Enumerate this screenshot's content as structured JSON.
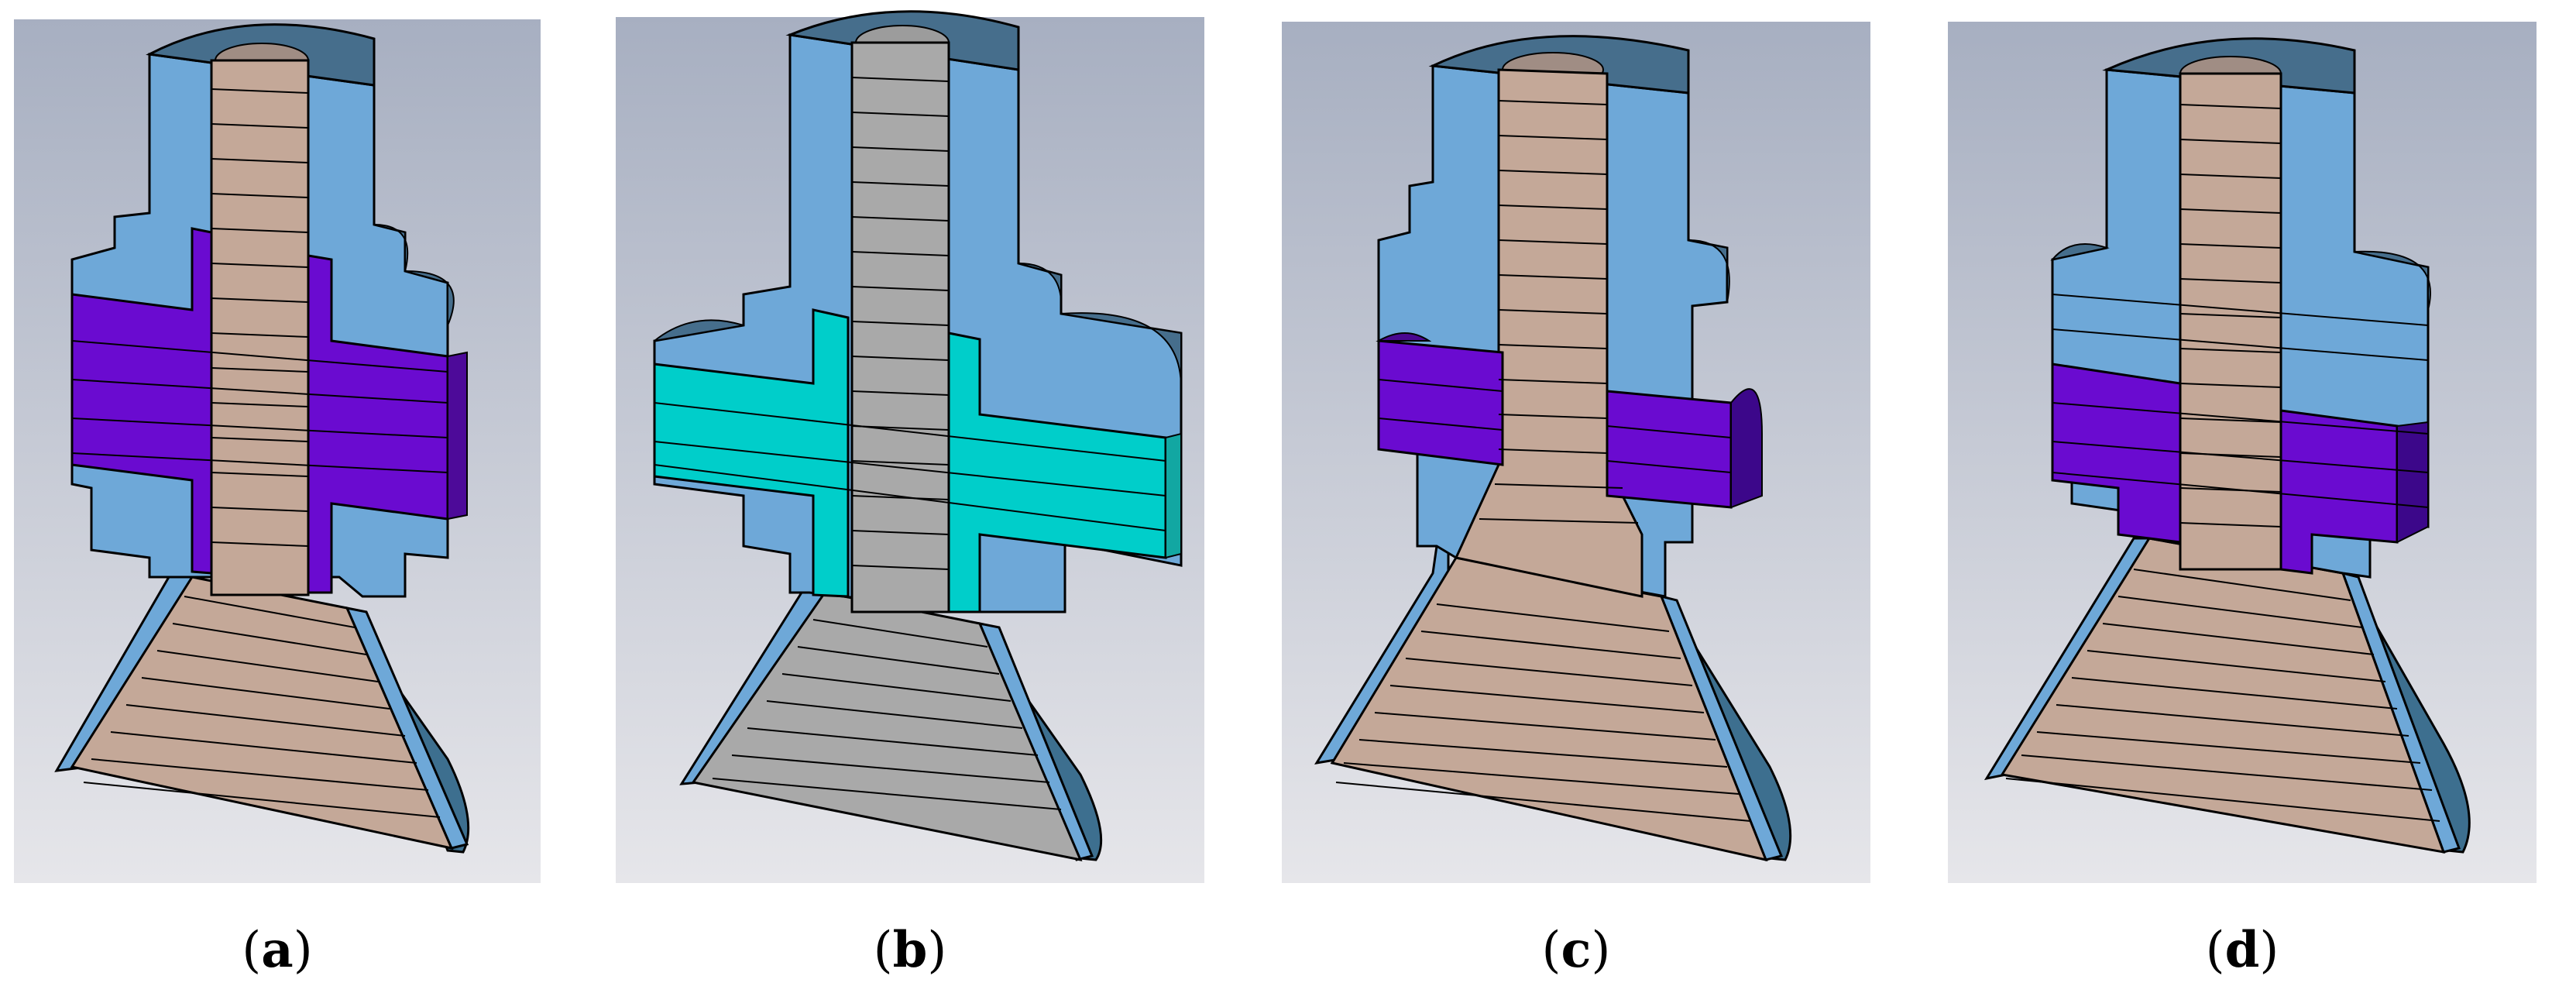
{
  "figure": {
    "panels": [
      {
        "id": "a",
        "label_prefix": "(",
        "label_letter": "a",
        "label_suffix": ")",
        "inner_fill": "#c4a898",
        "insert_fill": "#6a0bd0",
        "insert_top_fill": "#4a0890",
        "insert_side_fill": "#4d0a99"
      },
      {
        "id": "b",
        "label_prefix": "(",
        "label_letter": "b",
        "label_suffix": ")",
        "inner_fill": "#a9a9a9",
        "insert_fill": "#00ceca",
        "insert_top_fill": "#1f8f8f",
        "insert_side_fill": "#12a7a2"
      },
      {
        "id": "c",
        "label_prefix": "(",
        "label_letter": "c",
        "label_suffix": ")",
        "inner_fill": "#c4a898",
        "insert_fill": "#6a0bd0",
        "insert_top_fill": "#4a0890",
        "insert_side_fill": "#3c078a"
      },
      {
        "id": "d",
        "label_prefix": "(",
        "label_letter": "d",
        "label_suffix": ")",
        "inner_fill": "#c4a898",
        "insert_fill": "#6a0bd0",
        "insert_top_fill": "#4a0890",
        "insert_side_fill": "#3c078a"
      }
    ],
    "colors": {
      "outer_conductor": "#6ea8d8",
      "outer_top": "#466e8c",
      "outer_side": "#3d6f8f",
      "background_top": "#a7afc1",
      "background_bottom": "#e6e6ea"
    }
  }
}
